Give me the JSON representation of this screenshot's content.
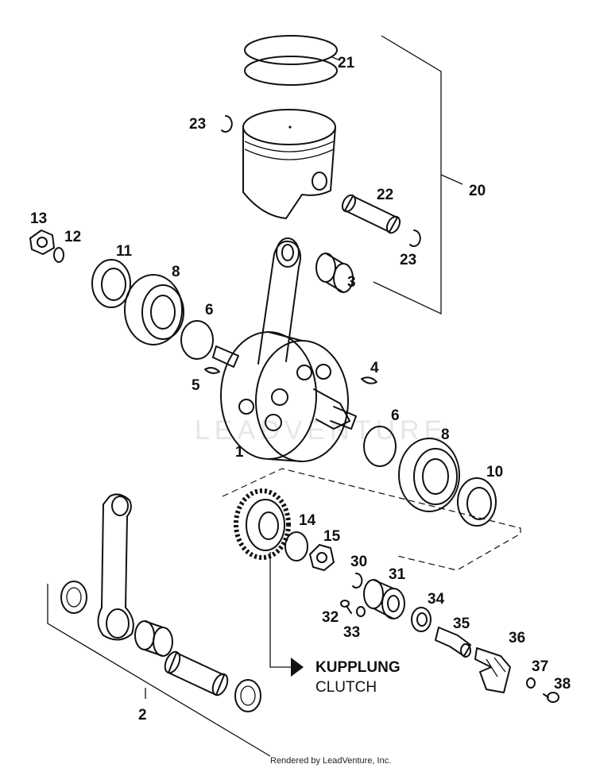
{
  "watermark": "LEADVENTURE",
  "footer": "Rendered by LeadVenture, Inc.",
  "clutch_ref": {
    "line1": "KUPPLUNG",
    "line2": "CLUTCH"
  },
  "callouts": {
    "p1": "1",
    "p2": "2",
    "p3": "3",
    "p4": "4",
    "p5": "5",
    "p6a": "6",
    "p6b": "6",
    "p8a": "8",
    "p8b": "8",
    "p10": "10",
    "p11": "11",
    "p12": "12",
    "p13": "13",
    "p14": "14",
    "p15": "15",
    "p20": "20",
    "p21": "21",
    "p22": "22",
    "p23a": "23",
    "p23b": "23",
    "p30": "30",
    "p31": "31",
    "p32": "32",
    "p33": "33",
    "p34": "34",
    "p35": "35",
    "p36": "36",
    "p37": "37",
    "p38": "38"
  }
}
